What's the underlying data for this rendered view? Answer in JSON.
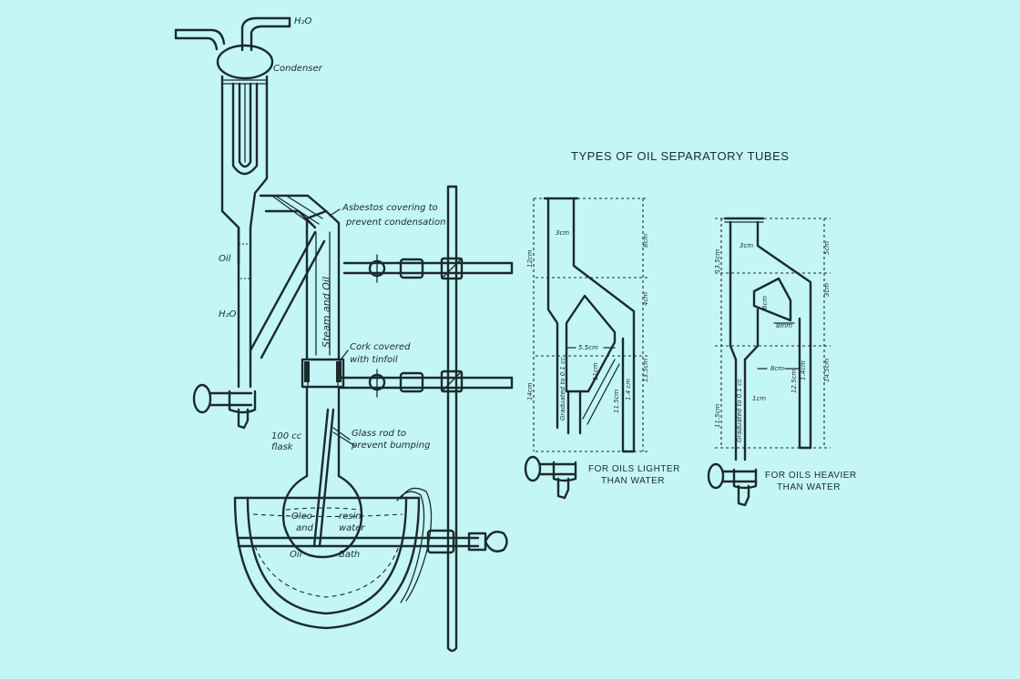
{
  "main_apparatus": {
    "labels": {
      "water_outlet": "H₂O",
      "condenser": "Condenser",
      "asbestos_line1": "Asbestos covering to",
      "asbestos_line2": "prevent condensation",
      "oil": "Oil",
      "water": "H₂O",
      "steam_and_oil": "Steam and Oil",
      "cork_line1": "Cork covered",
      "cork_line2": "with tinfoil",
      "flask_line1": "100 cc",
      "flask_line2": "flask",
      "rod_line1": "Glass rod to",
      "rod_line2": "prevent bumping",
      "oleo": "Oleo-",
      "and": "and",
      "resin": "resin",
      "water_in_flask": "water",
      "oil_bath": "Oil",
      "bath": "Bath"
    }
  },
  "section": {
    "title": "TYPES OF OIL SEPARATORY TUBES"
  },
  "tube_lighter": {
    "caption_line1": "FOR OILS LIGHTER",
    "caption_line2": "THAN WATER",
    "dims": {
      "top_width": "3cm",
      "arm_gap": "5.5cm",
      "graduation": "Graduated to 0.1 cc",
      "left_top": "12cm",
      "left_bottom": "14cm",
      "right_top": "8cm",
      "right_mid": "4cm",
      "right_bottom": "13.5cm",
      "inner_a": "11cm",
      "inner_b": "11.5cm",
      "small": "1.4 cm"
    }
  },
  "tube_heavier": {
    "caption_line1": "FOR OILS HEAVIER",
    "caption_line2": "THAN WATER",
    "dims": {
      "top_width": "3cm",
      "bulb": "6cm",
      "neck": "8mm",
      "graduation": "Graduated to 0.1 cc",
      "left_top": "13.5cm",
      "left_bottom": "11.5cm",
      "right_top": "5cm",
      "right_mid": "3cm",
      "right_bottom": "14.5cm",
      "inner_a": "8cm",
      "inner_b": "12.5cm",
      "small": "1cm",
      "small2": "1.4cm"
    }
  }
}
